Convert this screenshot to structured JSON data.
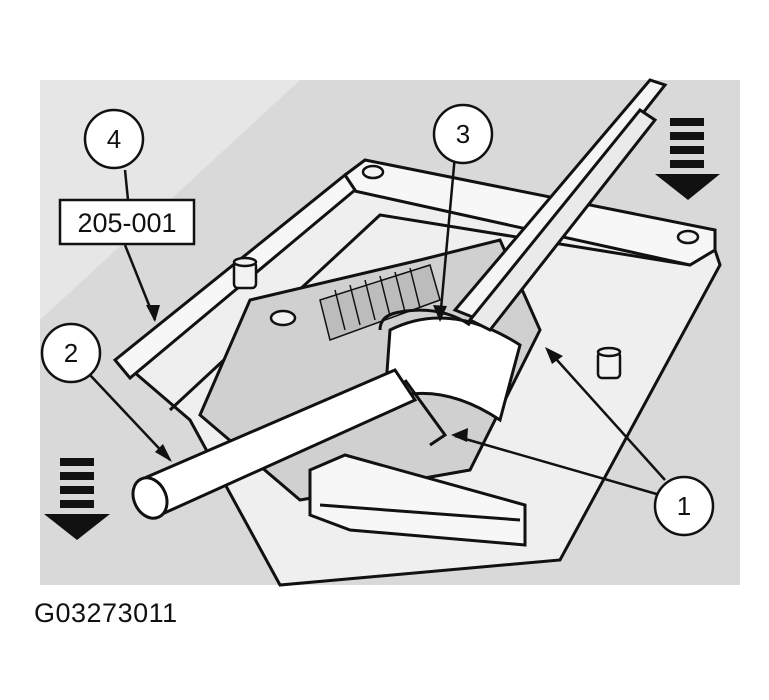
{
  "figure_id": "G03273011",
  "tool_number": "205-001",
  "callouts": [
    "1",
    "2",
    "3",
    "4"
  ],
  "colors": {
    "background": "#ffffff",
    "gray": "#d9d9d9",
    "light": "#f2f2f2",
    "line": "#111111"
  }
}
